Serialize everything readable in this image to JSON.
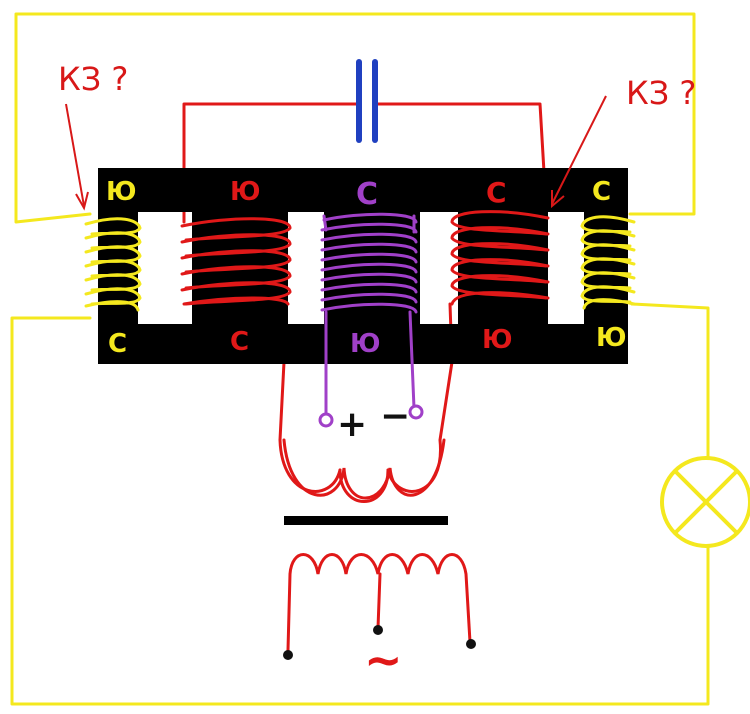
{
  "colors": {
    "background": "#ffffff",
    "yellow_wire": "#f4e81e",
    "red_wire": "#e01818",
    "purple_wire": "#a040c8",
    "capacitor_plates": "#2040c0",
    "core": "#000000",
    "terminal_dot": "#111111",
    "annotation_red": "#d81818"
  },
  "annotations": {
    "left": "КЗ ?",
    "right": "КЗ ?"
  },
  "core_labels": {
    "outer_left_top": "Ю",
    "outer_left_bottom": "С",
    "inner_left_top": "Ю",
    "inner_left_bottom": "С",
    "center_top": "С",
    "center_bottom": "Ю",
    "inner_right_top": "С",
    "inner_right_bottom": "Ю",
    "outer_right_top": "С",
    "outer_right_bottom": "Ю"
  },
  "dc_terminals": {
    "plus": "+",
    "minus": "−"
  },
  "ac_symbol": "~",
  "icons": {
    "lamp": "lamp-icon",
    "capacitor": "capacitor-icon"
  }
}
